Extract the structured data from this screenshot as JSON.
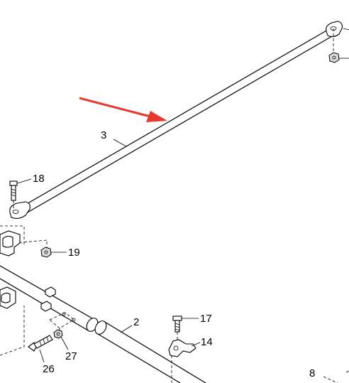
{
  "diagram": {
    "callouts": [
      {
        "id": "3",
        "label": "3"
      },
      {
        "id": "18",
        "label": "18"
      },
      {
        "id": "19",
        "label": "19"
      },
      {
        "id": "2",
        "label": "2"
      },
      {
        "id": "17",
        "label": "17"
      },
      {
        "id": "14",
        "label": "14"
      },
      {
        "id": "27",
        "label": "27"
      },
      {
        "id": "26",
        "label": "26"
      },
      {
        "id": "8",
        "label": "8"
      }
    ],
    "colors": {
      "arrow": "#e53a2e",
      "line": "#000000",
      "shade": "#d9d9d9"
    }
  }
}
